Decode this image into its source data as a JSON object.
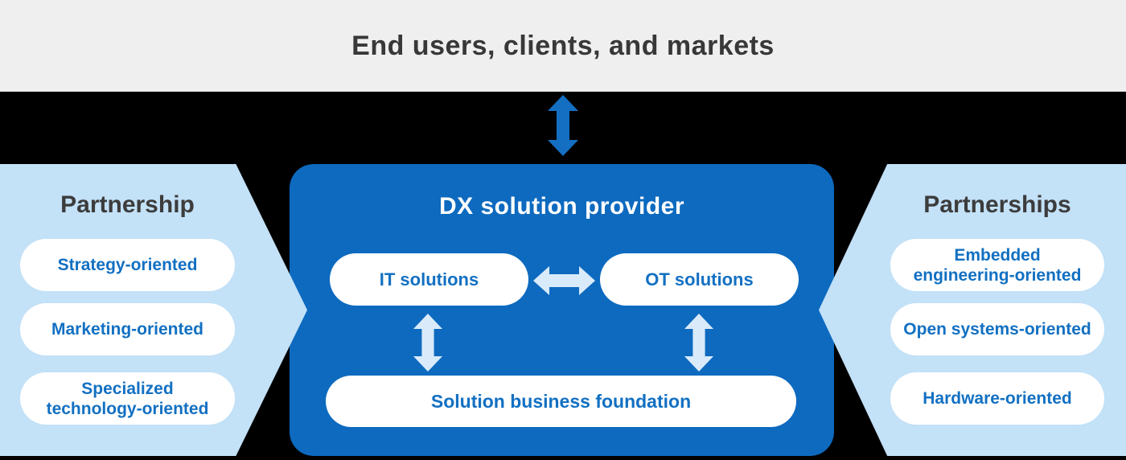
{
  "banner": {
    "label": "End users, clients, and markets"
  },
  "left_panel": {
    "title": "Partnership",
    "items": [
      "Strategy-oriented",
      "Marketing-oriented",
      "Specialized technology-oriented"
    ]
  },
  "center": {
    "title": "DX solution provider",
    "pills": {
      "it": "IT solutions",
      "ot": "OT solutions",
      "foundation": "Solution business foundation"
    }
  },
  "right_panel": {
    "title": "Partnerships",
    "items": [
      "Embedded engineering-oriented",
      "Open systems-oriented",
      "Hardware-oriented"
    ]
  },
  "icons": [
    "up-down-arrow-icon",
    "left-right-arrow-icon"
  ],
  "colors": {
    "bg": "#000000",
    "banner_bg": "#efefef",
    "banner_text": "#383838",
    "title_dark": "#3c3c3c",
    "panel_bg": "#c3e1f7",
    "box_bg": "#0d6abf",
    "box_title": "#ffffff",
    "pill_bg": "#ffffff",
    "pill_text": "#1270c2",
    "arrow_blue": "#146fc3",
    "arrow_light": "#d9eafa"
  }
}
